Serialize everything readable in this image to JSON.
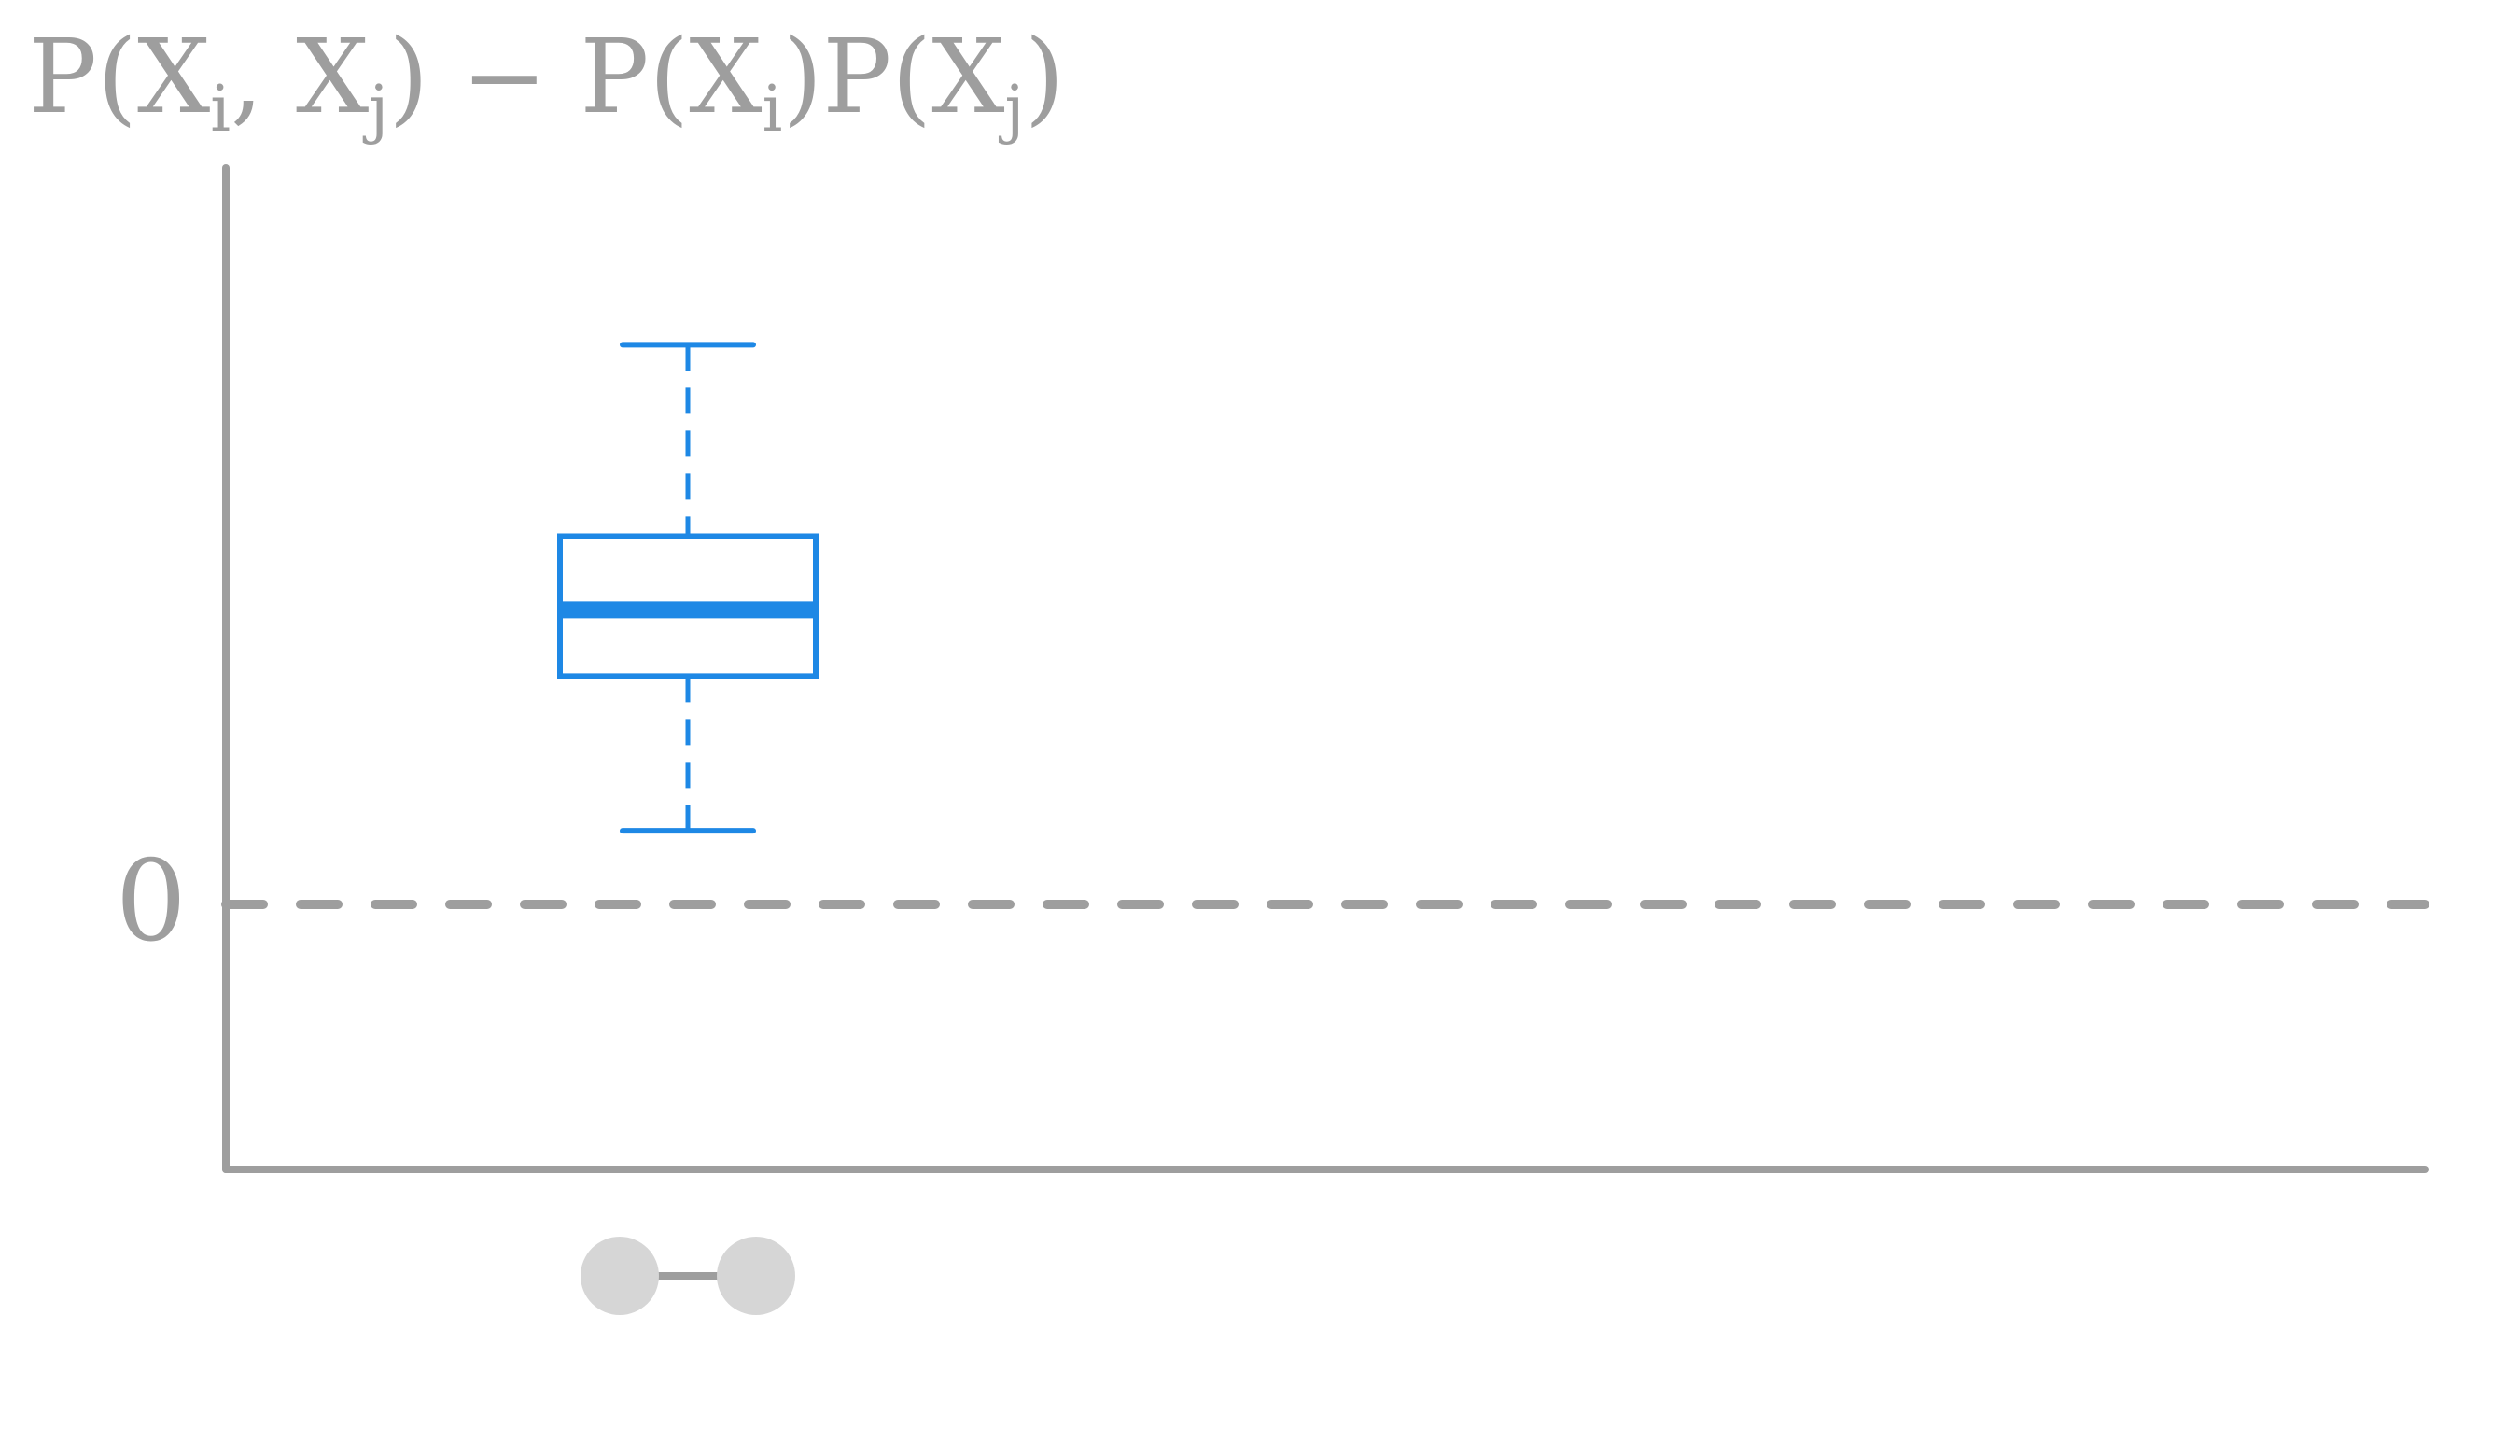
{
  "chart_data": {
    "type": "box",
    "title": "",
    "ylabel": {
      "text": "P(X_i, X_j) − P(X_i)P(X_j)",
      "parts": {
        "p1": "P(",
        "x1": "X",
        "sub_i1": "i",
        "comma": ", ",
        "x2": "X",
        "sub_j1": "j",
        "close_minus": ") − ",
        "p2": "P(",
        "x3": "X",
        "sub_i2": "i",
        "close_p3": ")P(",
        "x4": "X",
        "sub_j2": "j",
        "close_end": ")"
      }
    },
    "xlabel": "",
    "y_ticks": [
      {
        "value": 0,
        "label": "0"
      }
    ],
    "ylim": [
      -0.36,
      1.0
    ],
    "reference_line": {
      "y": 0,
      "style": "dashed"
    },
    "boxes": [
      {
        "x_position": 1,
        "whisker_low": 0.1,
        "q1": 0.31,
        "median": 0.4,
        "q3": 0.5,
        "whisker_high": 0.76
      }
    ],
    "x_glyph": {
      "type": "two-node-graph",
      "nodes": 2,
      "edges": 1
    },
    "colors": {
      "box": "#1e88e5",
      "axis": "#9e9e9e",
      "reference_line": "#9e9e9e",
      "node": "#d6d6d6",
      "edge": "#9e9e9e"
    }
  }
}
